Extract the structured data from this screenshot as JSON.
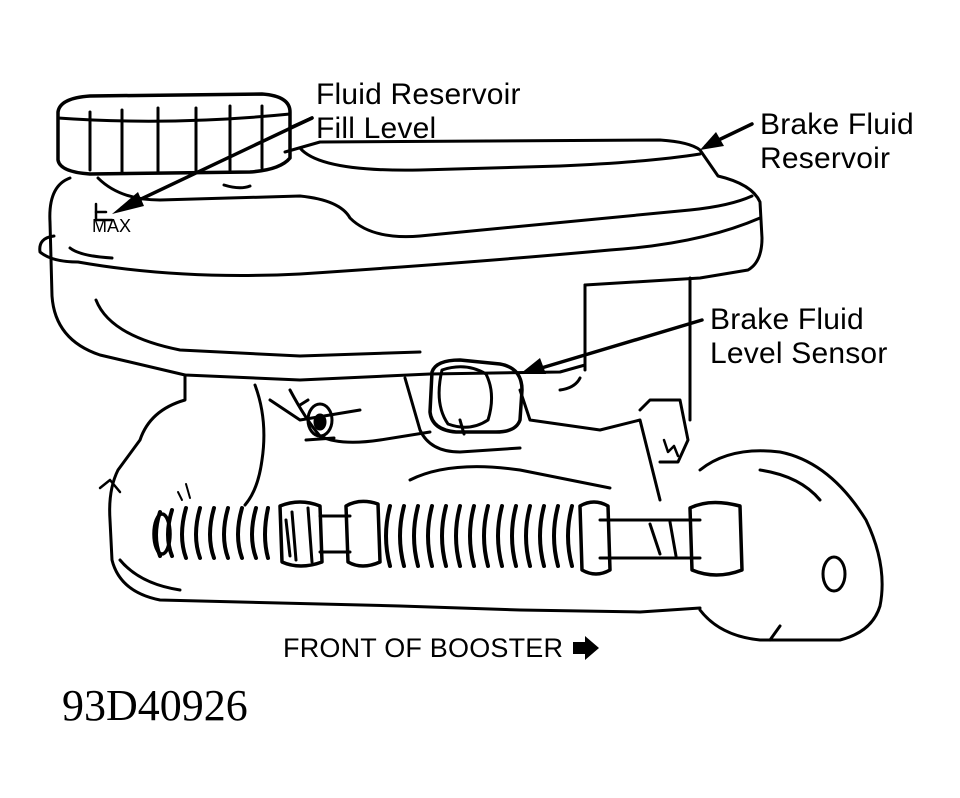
{
  "labels": {
    "fill_level_line1": "Fluid Reservoir",
    "fill_level_line2": "Fill Level",
    "reservoir_line1": "Brake Fluid",
    "reservoir_line2": "Reservoir",
    "sensor_line1": "Brake Fluid",
    "sensor_line2": "Level Sensor",
    "front_of_booster": "FRONT OF BOOSTER",
    "max_mark": "MAX"
  },
  "figure_code": "93D40926",
  "icons": {
    "direction": "right-arrow-icon"
  },
  "colors": {
    "ink": "#000000",
    "paper": "#ffffff"
  }
}
